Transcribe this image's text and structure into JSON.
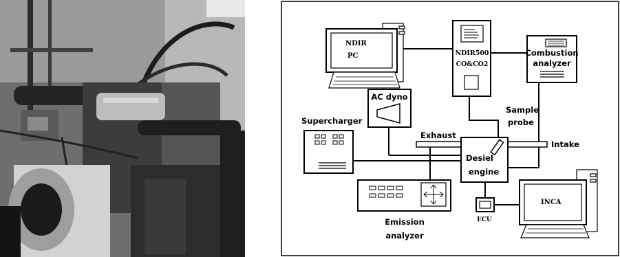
{
  "diagram": {
    "ndir_pc": {
      "line1": "NDIR",
      "line2": "PC"
    },
    "ndir500": {
      "line1": "NDIR500",
      "line2": "CO&CO2"
    },
    "combustion_analyzer": {
      "line1": "Combustion",
      "line2": "analyzer"
    },
    "ac_dyno": "AC dyno",
    "sample_probe": {
      "line1": "Sample",
      "line2": "probe"
    },
    "supercharger": "Supercharger",
    "exhaust": "Exhaust",
    "intake": "Intake",
    "engine": {
      "line1": "Desiel",
      "line2": "engine"
    },
    "emission_analyzer": {
      "line1": "Emission",
      "line2": "analyzer"
    },
    "ecu": "ECU",
    "inca": "INCA"
  }
}
